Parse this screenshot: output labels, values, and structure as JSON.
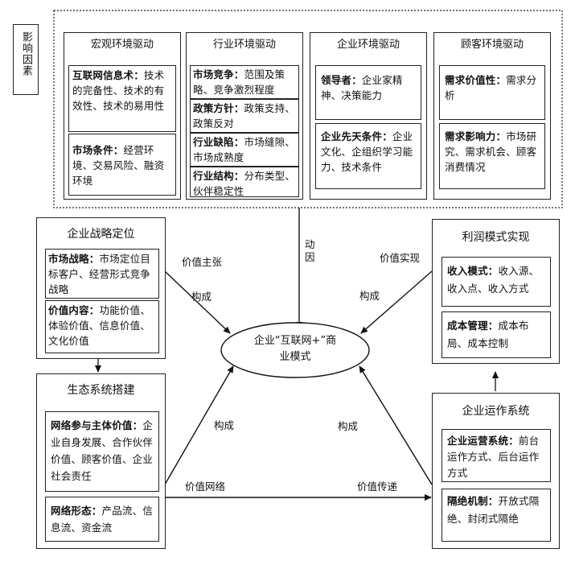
{
  "side_label": "影响因素",
  "drivers": [
    {
      "title": "宏观环境驱动",
      "items": [
        {
          "bold": "互联网信息术：",
          "text": "技术的完备性、技术的有效性、技术的易用性"
        },
        {
          "bold": "市场条件：",
          "text": "经营环境、交易风险、融资环境"
        }
      ]
    },
    {
      "title": "行业环境驱动",
      "items": [
        {
          "bold": "市场竞争：",
          "text": "范围及策略、竞争激烈程度"
        },
        {
          "bold": "政策方针：",
          "text": "政策支持、政策反对"
        },
        {
          "bold": "行业缺陷：",
          "text": "市场缝隙、市场成熟度"
        },
        {
          "bold": "行业结构：",
          "text": "分布类型、伙伴稳定性"
        }
      ]
    },
    {
      "title": "企业环境驱动",
      "items": [
        {
          "bold": "领导者：",
          "text": "企业家精神、决策能力"
        },
        {
          "bold": "企业先天条件：",
          "text": "企业文化、企组织学习能力、技术条件"
        }
      ]
    },
    {
      "title": "顾客环境驱动",
      "items": [
        {
          "bold": "需求价值性：",
          "text": "需求分析"
        },
        {
          "bold": "需求影响力：",
          "text": "市场研究、需求机会、顾客消费情况"
        }
      ]
    }
  ],
  "strategy": {
    "title": "企业战略定位",
    "items": [
      {
        "bold": "市场战略：",
        "text": "市场定位目标客户、经营形式竞争战略"
      },
      {
        "bold": "价值内容：",
        "text": "功能价值、体验价值、信息价值、文化价值"
      }
    ]
  },
  "ecosystem": {
    "title": "生态系统搭建",
    "items": [
      {
        "bold": "网络参与主体价值：",
        "text": "企业自身发展、合作伙伴价值、顾客价值、企业社会责任"
      },
      {
        "bold": "网络形态：",
        "text": "产品流、信息流、资金流"
      }
    ]
  },
  "profit": {
    "title": "利润模式实现",
    "items": [
      {
        "bold": "收入模式：",
        "text": "收入源、收入点、收入方式"
      },
      {
        "bold": "成本管理：",
        "text": "成本布局、成本控制"
      }
    ]
  },
  "operation": {
    "title": "企业运作系统",
    "items": [
      {
        "bold": "企业运营系统：",
        "text": "前台运作方式、后台运作方式"
      },
      {
        "bold": "隔绝机制：",
        "text": "开放式隔绝、封闭式隔绝"
      }
    ]
  },
  "center": {
    "line1": "企业“互联网+”商",
    "line2": "业模式"
  },
  "labels": {
    "driving": "动因",
    "value_proposition": "价值主张",
    "value_realization": "价值实现",
    "value_network": "价值网络",
    "value_delivery": "价值传递",
    "constitute_tl": "构成",
    "constitute_tr": "构成",
    "constitute_bl": "构成",
    "constitute_br": "构成"
  }
}
